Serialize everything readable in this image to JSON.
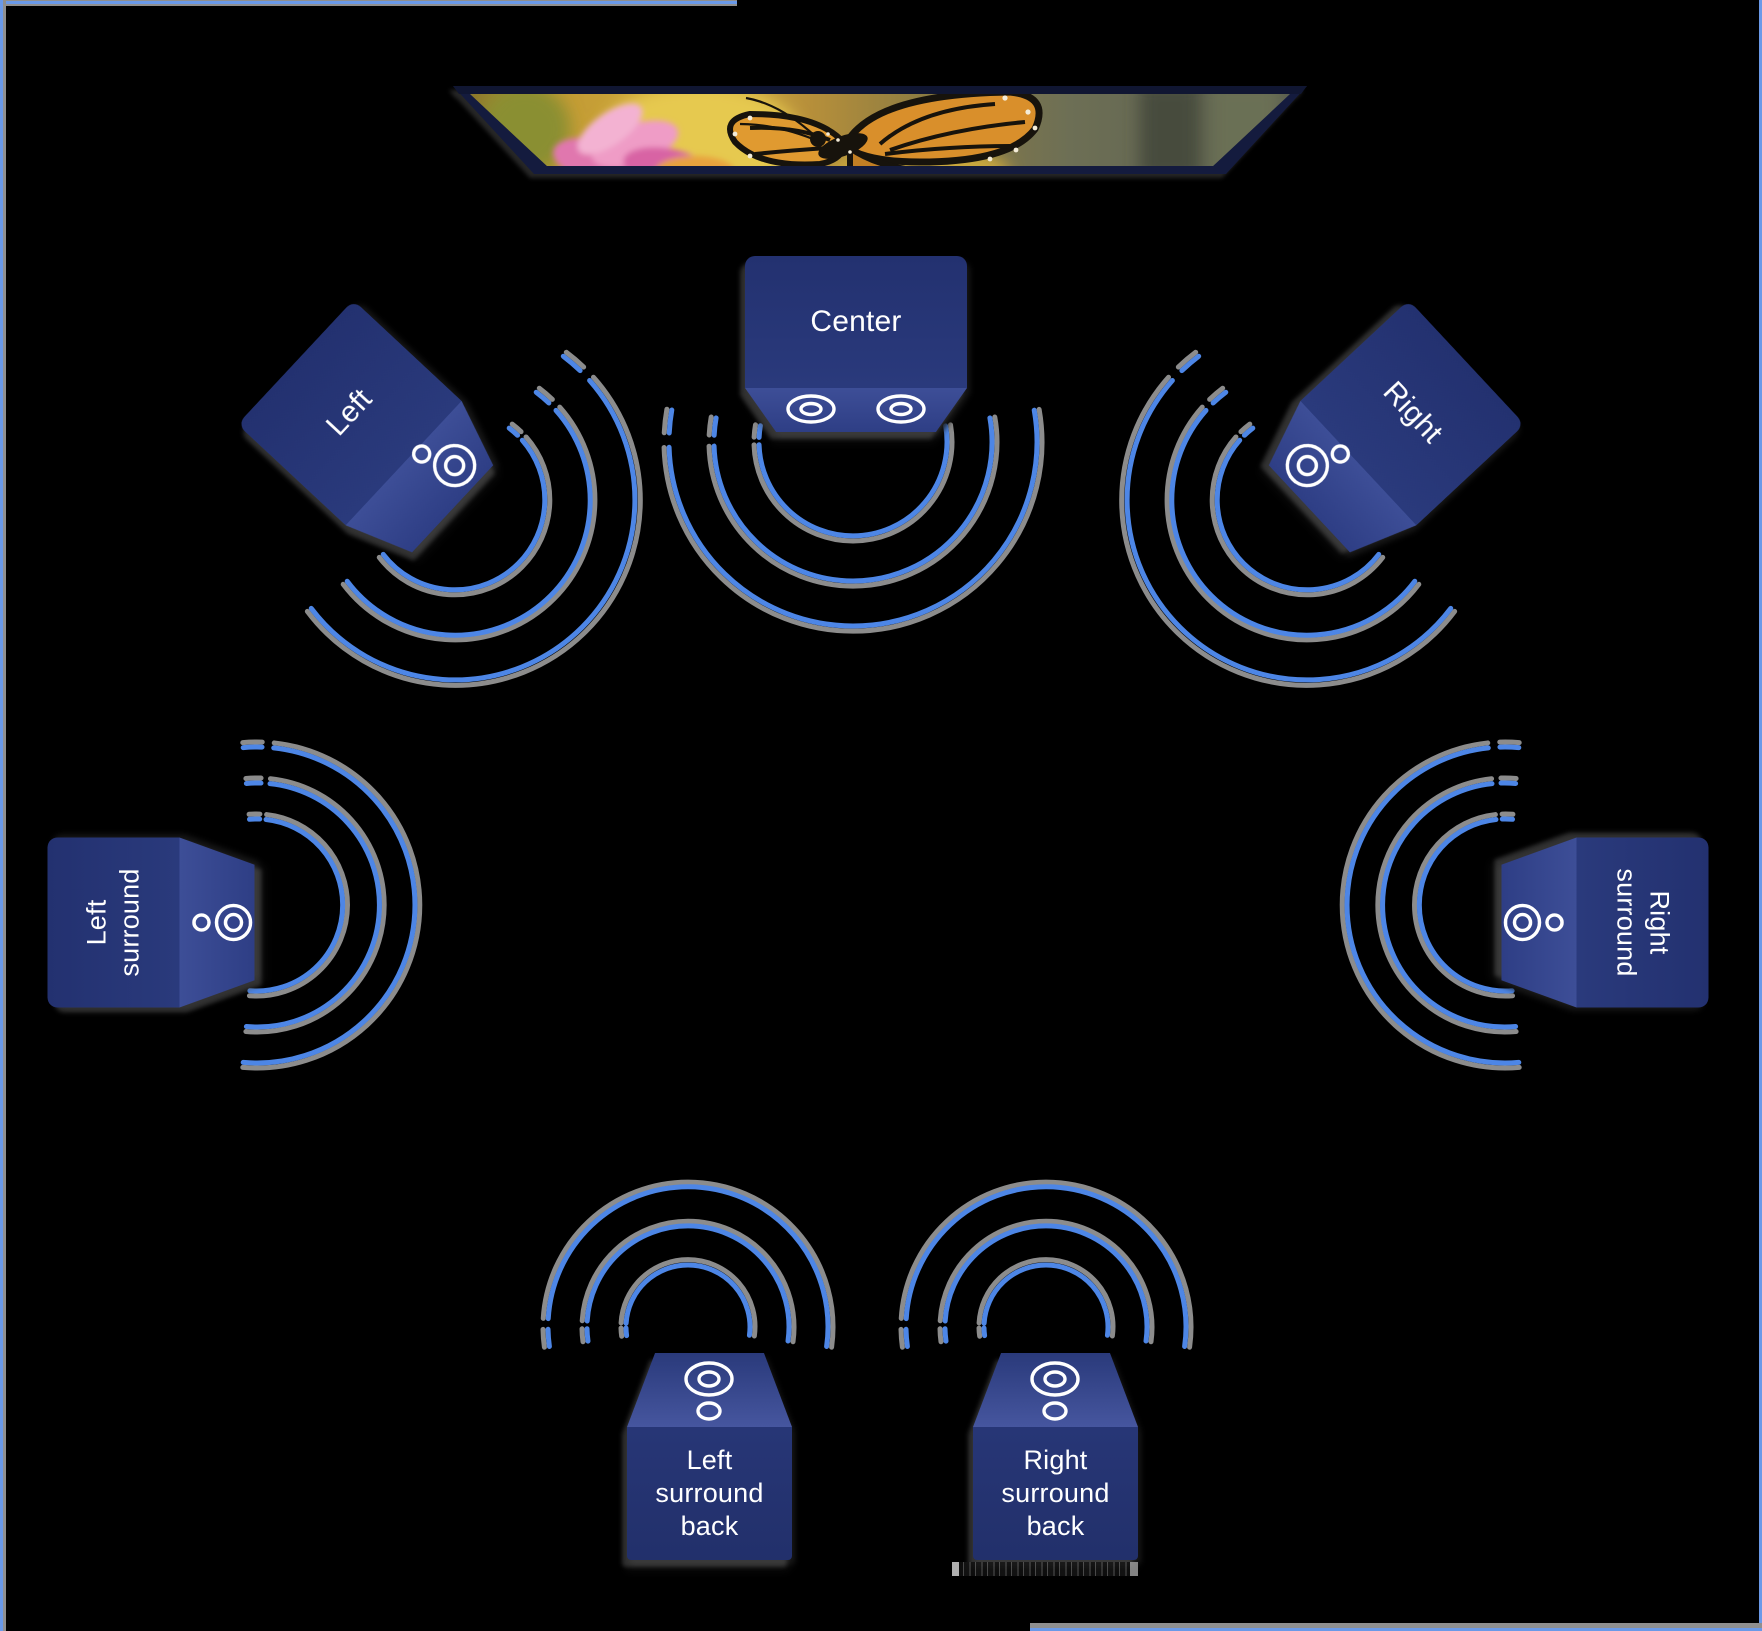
{
  "diagram": {
    "type": "7-channel surround sound speaker placement diagram",
    "background": "#000000"
  },
  "tv": {
    "screen_image": "monarch-butterfly-on-pink-flower-photo",
    "frame_color": "#141b3e"
  },
  "speakers": {
    "center": {
      "label": "Center"
    },
    "front_left": {
      "label": "Left"
    },
    "front_right": {
      "label": "Right"
    },
    "surround_left": {
      "label": "Left\nsurround"
    },
    "surround_right": {
      "label": "Right\nsurround"
    },
    "back_left": {
      "label": "Left\nsurround\nback"
    },
    "back_right": {
      "label": "Right\nsurround\nback"
    }
  },
  "icons": {
    "speaker_driver": "concentric-circles",
    "sound_wave": "triple-concentric-arcs"
  },
  "colors": {
    "background": "#000000",
    "arc_blue": "#4d86e6",
    "arc_shadow_gray": "#8c8c8c",
    "speaker_top_1": "#233170",
    "speaker_top_2": "#2a3a7c",
    "speaker_front_1": "#3d4e97",
    "speaker_front_2": "#2e3e85",
    "back_top_1": "#2a3a7b",
    "back_top_2": "#46569f",
    "back_front_1": "#273676",
    "back_front_2": "#22306b",
    "driver_stroke": "#ffffff",
    "label_text": "#ffffff",
    "frame_blue": "#6a99e8",
    "frame_gray": "#8f8f8f",
    "tv_frame": "#141b3e"
  }
}
